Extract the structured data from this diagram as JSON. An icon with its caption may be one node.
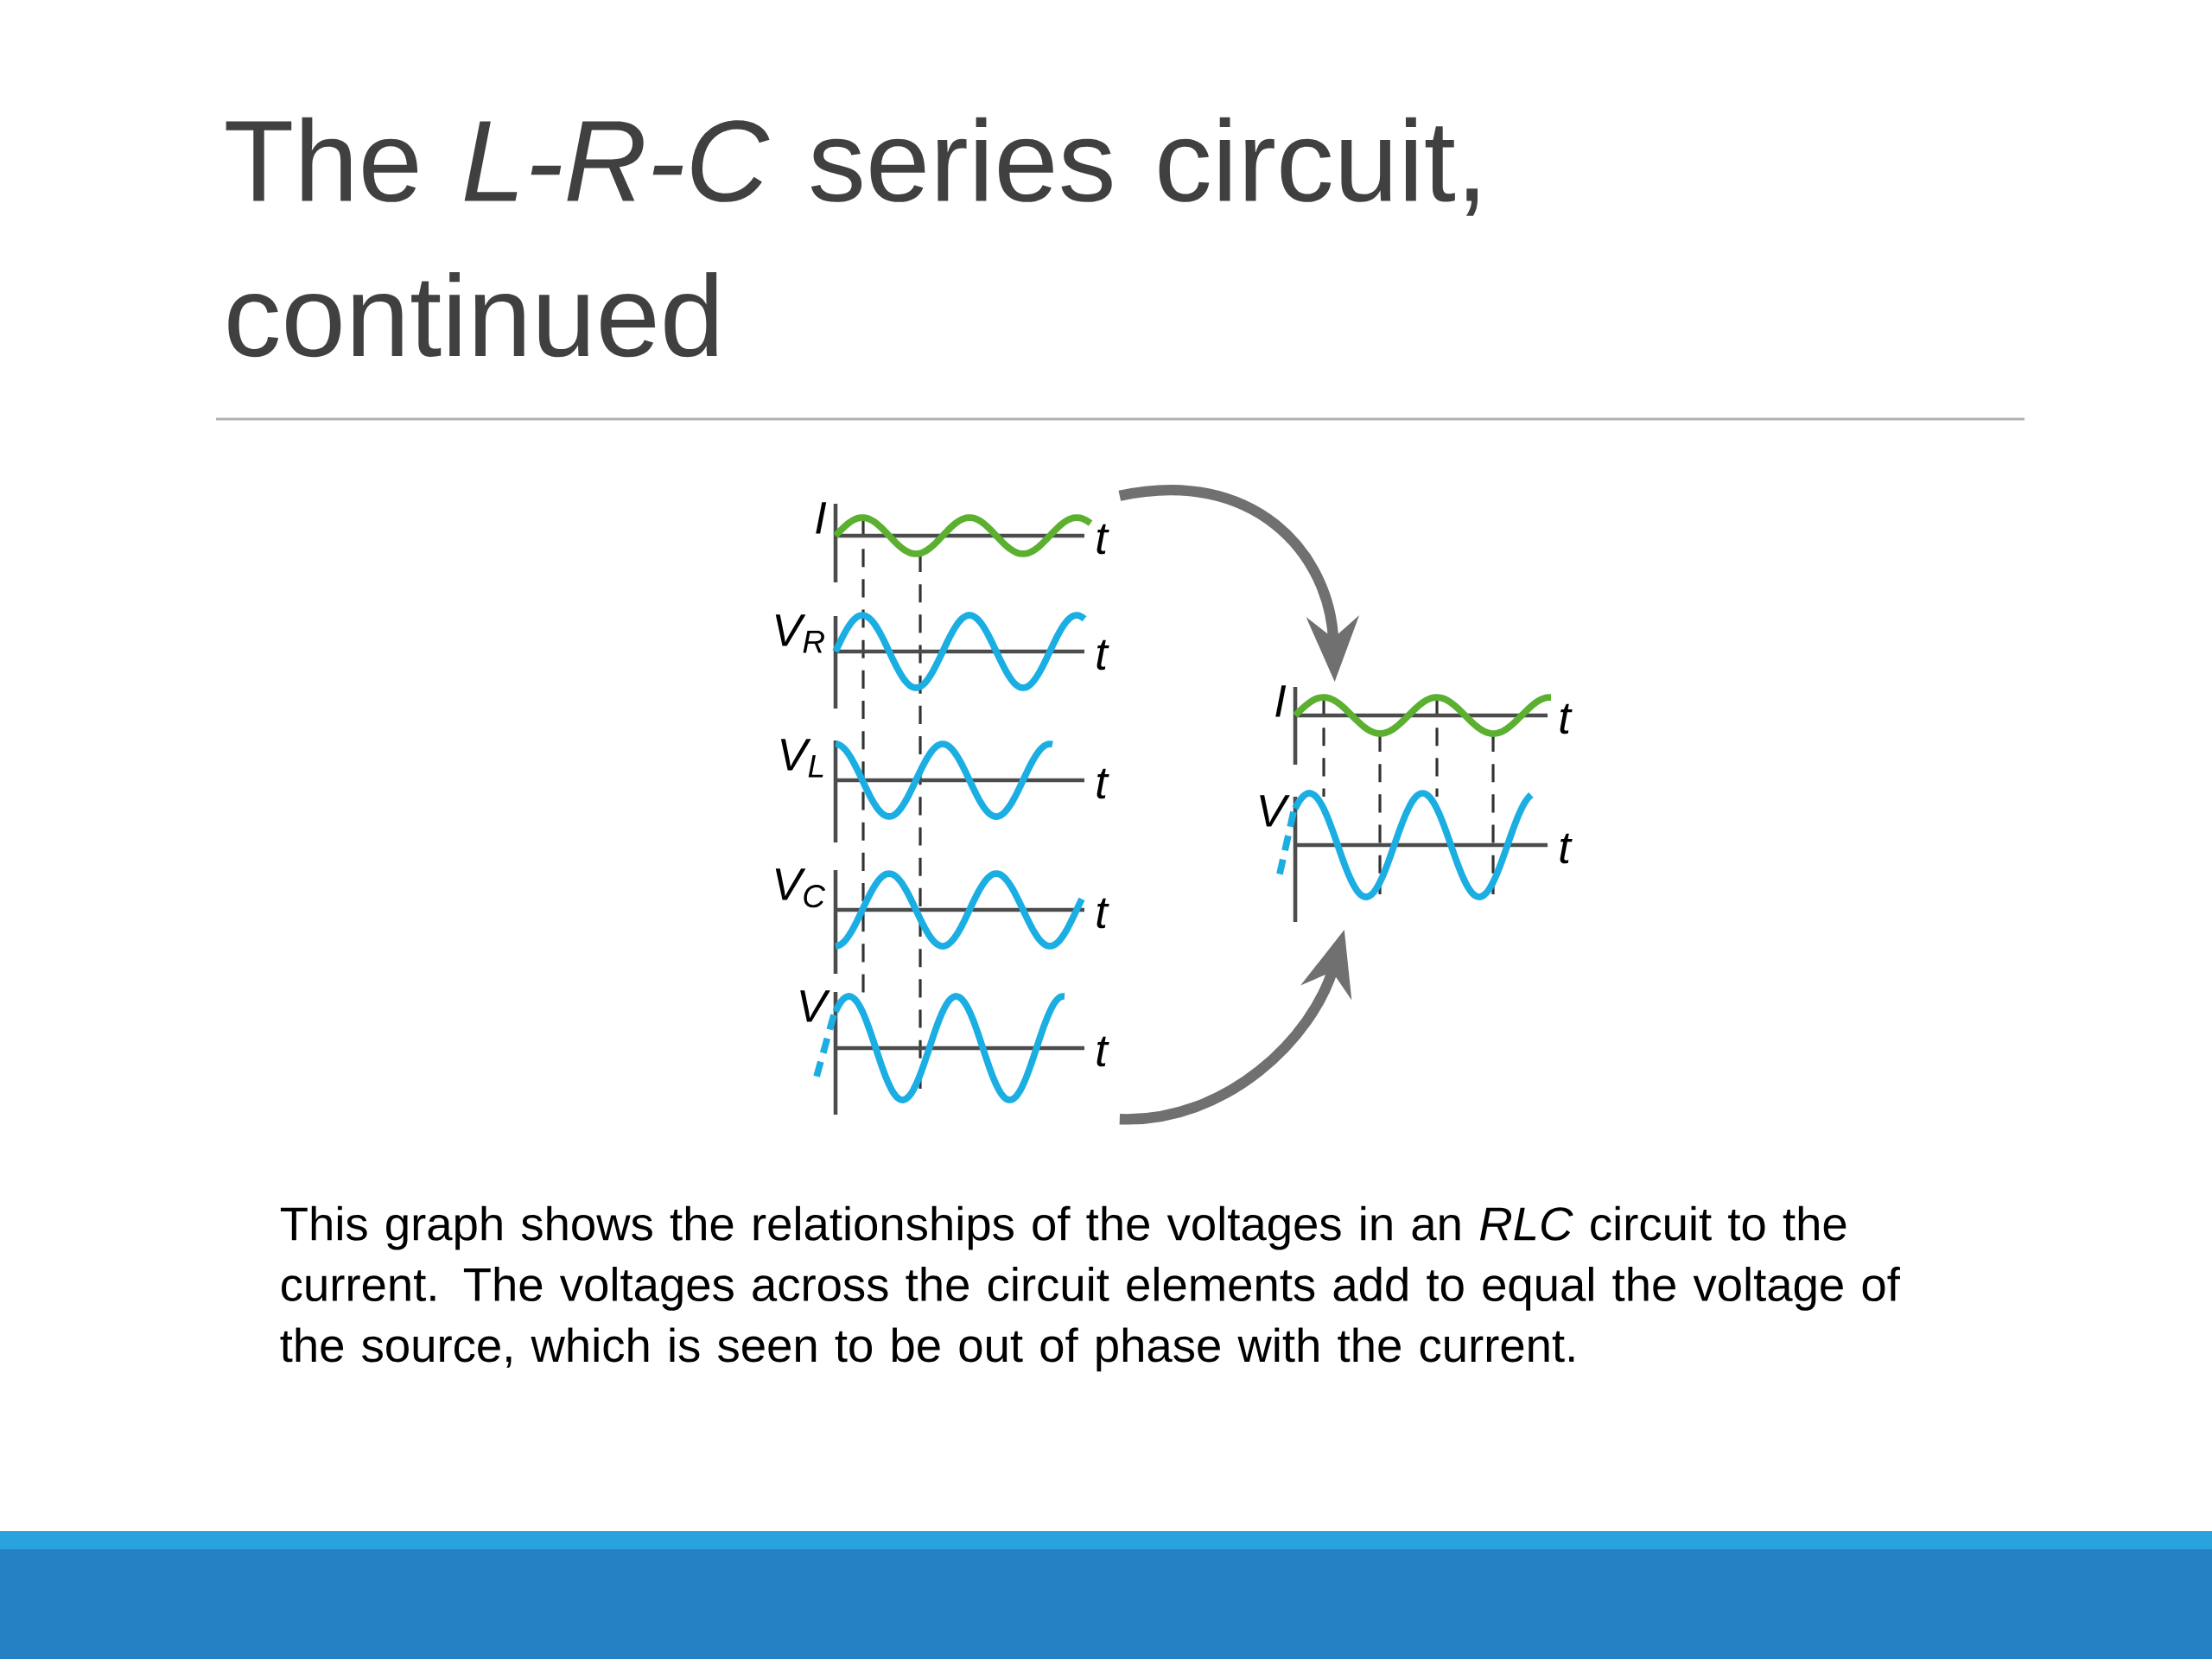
{
  "diagram": {
    "title": "The *L-R-C* series circuit, continued",
    "caption": "This graph shows the relationships of the voltages in an *RLC* circuit to the current. The voltages across the circuit elements add to equal the voltage of the source, which is seen to be out of phase with the current.",
    "nodes": [
      {
        "text": [],
        "shape": "box"
      },
      {
        "text": [
          "I",
          "t"
        ],
        "in": 0
      },
      {
        "text": [
          "V$_{R}$",
          "t"
        ],
        "in": 0
      },
      {
        "text": [
          "V$_{L}$",
          "t"
        ],
        "in": 0
      },
      {
        "text": [
          "V$_{C}$",
          "t"
        ],
        "in": 0
      },
      {
        "text": [
          "V",
          "t"
        ],
        "in": 0
      },
      {
        "text": [],
        "shape": "box"
      },
      {
        "text": [
          "I",
          "t"
        ],
        "in": 6
      },
      {
        "text": [
          "V",
          "t"
        ],
        "in": 6
      }
    ],
    "edges": [
      {
        "from": 1,
        "to": 7,
        "arrow": "to"
      },
      {
        "from": 5,
        "to": 8,
        "arrow": "to"
      }
    ]
  }
}
